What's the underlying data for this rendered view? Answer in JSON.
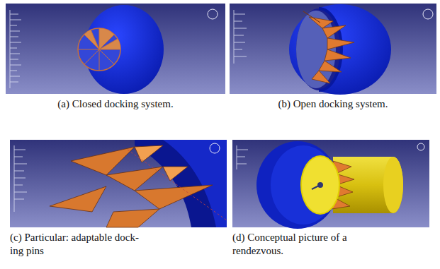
{
  "diagram": {
    "labels": [
      "(a) Closed docking system.",
      "(b) Open docking system.",
      "(c) Particular: adaptable dock-ing pins",
      "(d) Conceptual picture of a rendezvous."
    ]
  }
}
